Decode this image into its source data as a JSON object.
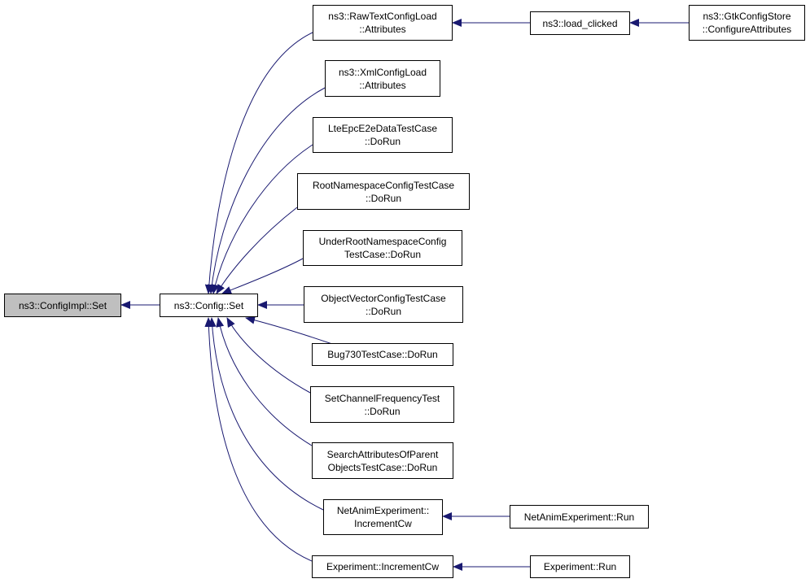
{
  "colors": {
    "edge": "#191970",
    "node_border": "#000000",
    "root_fill": "#bfbfbf"
  },
  "nodes": {
    "configimpl_set": {
      "line1": "ns3::ConfigImpl::Set"
    },
    "config_set": {
      "line1": "ns3::Config::Set"
    },
    "rawtext_attributes": {
      "line1": "ns3::RawTextConfigLoad",
      "line2": "::Attributes"
    },
    "load_clicked": {
      "line1": "ns3::load_clicked"
    },
    "gtk_configure": {
      "line1": "ns3::GtkConfigStore",
      "line2": "::ConfigureAttributes"
    },
    "xml_attributes": {
      "line1": "ns3::XmlConfigLoad",
      "line2": "::Attributes"
    },
    "lte_dorun": {
      "line1": "LteEpcE2eDataTestCase",
      "line2": "::DoRun"
    },
    "rootns_dorun": {
      "line1": "RootNamespaceConfigTestCase",
      "line2": "::DoRun"
    },
    "underroot_dorun": {
      "line1": "UnderRootNamespaceConfig",
      "line2": "TestCase::DoRun"
    },
    "objvector_dorun": {
      "line1": "ObjectVectorConfigTestCase",
      "line2": "::DoRun"
    },
    "bug730_dorun": {
      "line1": "Bug730TestCase::DoRun"
    },
    "setchannel_dorun": {
      "line1": "SetChannelFrequencyTest",
      "line2": "::DoRun"
    },
    "searchattr_dorun": {
      "line1": "SearchAttributesOfParent",
      "line2": "ObjectsTestCase::DoRun"
    },
    "netanim_incrementcw": {
      "line1": "NetAnimExperiment::",
      "line2": "IncrementCw"
    },
    "netanim_run": {
      "line1": "NetAnimExperiment::Run"
    },
    "experiment_incrementcw": {
      "line1": "Experiment::IncrementCw"
    },
    "experiment_run": {
      "line1": "Experiment::Run"
    }
  }
}
